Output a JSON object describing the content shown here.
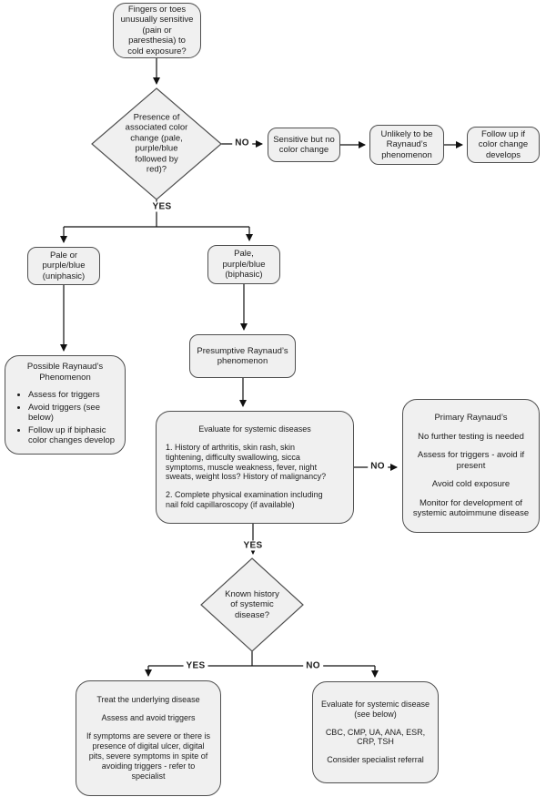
{
  "flowchart": {
    "colors": {
      "node_fill": "#f0f0f0",
      "node_border": "#4f4f4f",
      "line": "#111111",
      "text": "#1c1c1c",
      "background": "#ffffff"
    },
    "nodes": {
      "start": {
        "text": "Fingers or toes\nunusually sensitive\n(pain or\nparesthesia) to\ncold exposure?"
      },
      "decision_color_change": {
        "text": "Presence of\nassociated color\nchange (pale,\npurple/blue\nfollowed by\nred)?"
      },
      "sensitive_no_color": {
        "text": "Sensitive but no\ncolor change"
      },
      "unlikely_raynauds": {
        "text": "Unlikely to be\nRaynaud’s\nphenomenon"
      },
      "followup_color": {
        "text": "Follow up if\ncolor change\ndevelops"
      },
      "uniphasic": {
        "text": "Pale or\npurple/blue\n(uniphasic)"
      },
      "biphasic": {
        "text": "Pale,\npurple/blue\n(biphasic)"
      },
      "possible_raynauds": {
        "title": "Possible Raynaud’s\nPhenomenon",
        "bullets": [
          "Assess for triggers",
          "Avoid triggers (see\nbelow)",
          "Follow up if biphasic\ncolor changes develop"
        ]
      },
      "presumptive": {
        "text": "Presumptive Raynaud’s\nphenomenon"
      },
      "evaluate_systemic": {
        "title": "Evaluate for systemic diseases",
        "para1": "1. History of arthritis, skin rash, skin\ntightening, difficulty swallowing, sicca\nsymptoms, muscle weakness, fever, night\nsweats, weight loss? History of malignancy?",
        "para2": "2. Complete physical examination including\nnail fold capillaroscopy (if available)"
      },
      "primary_raynauds": {
        "lines": [
          "Primary Raynaud’s",
          "No further testing is needed",
          "Assess for triggers - avoid if\npresent",
          "Avoid cold exposure",
          "Monitor for development of\nsystemic autoimmune disease"
        ]
      },
      "decision_known_history": {
        "text": "Known history\nof systemic\ndisease?"
      },
      "treat_underlying": {
        "lines": [
          "Treat the underlying disease",
          "Assess and avoid triggers",
          "If symptoms are severe or there is\npresence of digital ulcer, digital\npits, severe symptoms in spite of\navoiding triggers - refer to\nspecialist"
        ]
      },
      "evaluate_disease_labs": {
        "lines": [
          "Evaluate for systemic disease\n(see below)",
          "CBC, CMP, UA, ANA, ESR,\nCRP, TSH",
          "Consider specialist referral"
        ]
      }
    },
    "edge_labels": {
      "color_change_no": "NO",
      "color_change_yes": "YES",
      "systemic_no": "NO",
      "systemic_yes": "YES",
      "history_yes": "YES",
      "history_no": "NO"
    }
  }
}
